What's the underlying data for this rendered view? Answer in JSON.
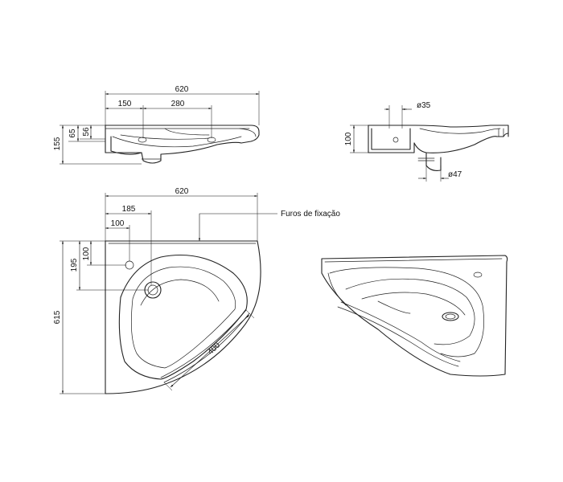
{
  "dimensions": {
    "side_width": "620",
    "side_150": "150",
    "side_280": "280",
    "side_155": "155",
    "side_65": "65",
    "side_56": "56",
    "right_d35": "ø35",
    "right_100": "100",
    "right_d47": "ø47",
    "top_620": "620",
    "top_185": "185",
    "top_100_h": "100",
    "top_195": "195",
    "top_100_v": "100",
    "top_615": "615",
    "diag_400": "400"
  },
  "labels": {
    "fixing_holes": "Furos de fixação"
  }
}
